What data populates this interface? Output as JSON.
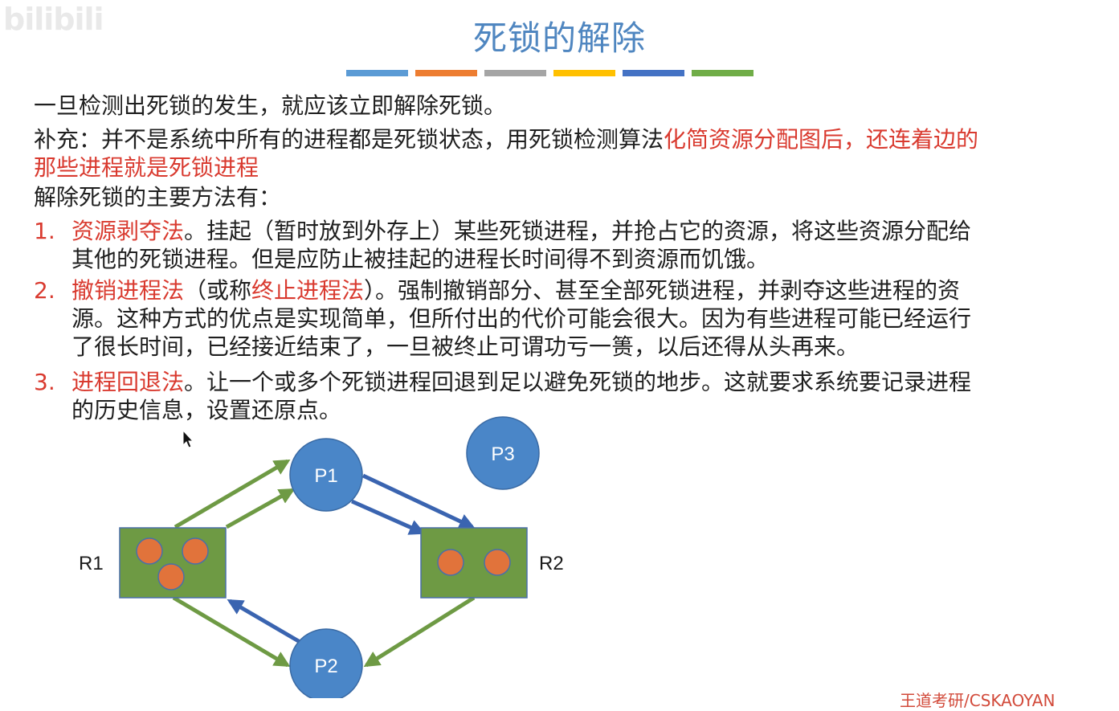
{
  "watermark": "bilibili",
  "title": "死锁的解除",
  "colors": {
    "accent": "#4f86c0",
    "highlight": "#d93a2f",
    "resource": "#6e9a44",
    "process": "#4a86c8",
    "instance": "#e1733b",
    "arrow_request": "#6e9a44",
    "arrow_assign": "#3a64b0"
  },
  "color_bar": [
    "#5b9bd5",
    "#ed7d31",
    "#a5a5a5",
    "#ffc000",
    "#4472c4",
    "#70ad47"
  ],
  "line1": "一旦检测出死锁的发生，就应该立即解除死锁。",
  "supplement": {
    "prefix": "补充：并不是系统中所有的进程都是死锁状态，用死锁检测算法",
    "highlight_a": "化简资源分配图后，还连着边的",
    "highlight_b": "那些进程就是死锁进程"
  },
  "methods_intro": "解除死锁的主要方法有：",
  "methods": [
    {
      "num": "1.",
      "name": "资源剥夺法",
      "text_a": "。挂起（暂时放到外存上）某些死锁进程，并抢占它的资源，将这些资源分配给",
      "text_b": "其他的死锁进程。但是应防止被挂起的进程长时间得不到资源而饥饿。"
    },
    {
      "num": "2.",
      "name": "撤销进程法",
      "text_pre": "（或称",
      "alt_name": "终止进程法",
      "text_a": "）。强制撤销部分、甚至全部死锁进程，并剥夺这些进程的资",
      "text_b": "源。这种方式的优点是实现简单，但所付出的代价可能会很大。因为有些进程可能已经运行",
      "text_c": "了很长时间，已经接近结束了，一旦被终止可谓功亏一篑，以后还得从头再来。"
    },
    {
      "num": "3.",
      "name": "进程回退法",
      "text_a": "。让一个或多个死锁进程回退到足以避免死锁的地步。这就要求系统要记录进程",
      "text_b": "的历史信息，设置还原点。"
    }
  ],
  "diagram": {
    "processes": [
      "P1",
      "P2",
      "P3"
    ],
    "resources": [
      {
        "label": "R1",
        "instances": 3
      },
      {
        "label": "R2",
        "instances": 2
      }
    ],
    "edges": [
      {
        "from": "R1",
        "to": "P1",
        "kind": "assign"
      },
      {
        "from": "R1",
        "to": "P1",
        "kind": "assign"
      },
      {
        "from": "P1",
        "to": "R2",
        "kind": "request"
      },
      {
        "from": "P1",
        "to": "R2",
        "kind": "request"
      },
      {
        "from": "R1",
        "to": "P2",
        "kind": "assign"
      },
      {
        "from": "P2",
        "to": "R1",
        "kind": "request"
      },
      {
        "from": "R2",
        "to": "P2",
        "kind": "assign"
      }
    ]
  },
  "footer": "王道考研/CSKAOYAN"
}
